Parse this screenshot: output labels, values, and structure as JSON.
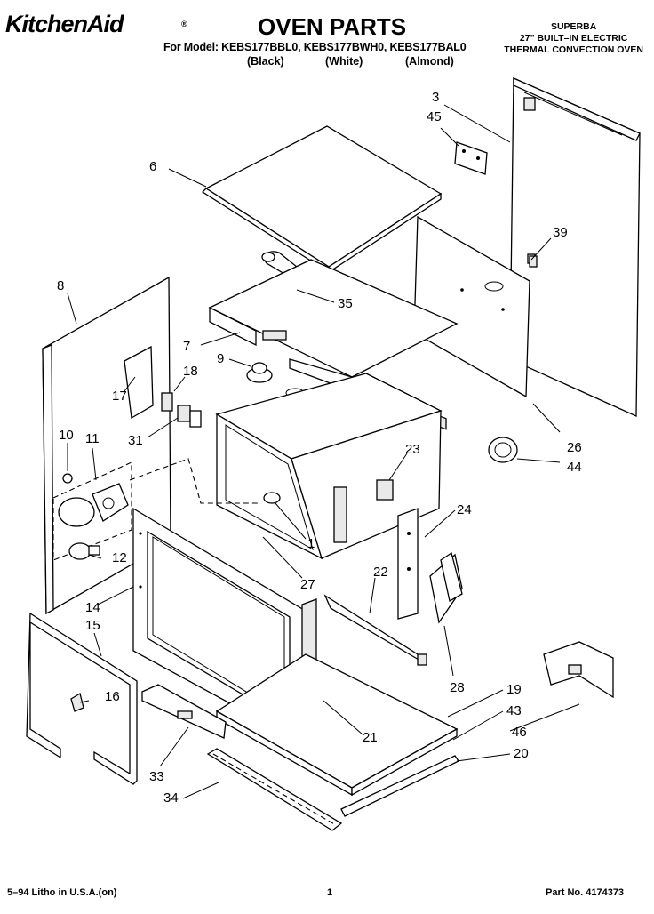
{
  "header": {
    "brand": "KitchenAid",
    "brand_mark": "®",
    "title": "OVEN PARTS",
    "model_line": "For Model: KEBS177BBL0, KEBS177BWH0, KEBS177BAL0",
    "variants": [
      "(Black)",
      "(White)",
      "(Almond)"
    ],
    "product_lines": [
      "SUPERBA",
      "27\" BUILT–IN ELECTRIC",
      "THERMAL CONVECTION OVEN"
    ]
  },
  "callouts": [
    "3",
    "45",
    "6",
    "39",
    "8",
    "35",
    "7",
    "9",
    "18",
    "17",
    "31",
    "10",
    "11",
    "23",
    "24",
    "26",
    "44",
    "1",
    "12",
    "27",
    "22",
    "14",
    "15",
    "16",
    "28",
    "19",
    "43",
    "46",
    "21",
    "20",
    "33",
    "34"
  ],
  "footer": {
    "left": "5–94 Litho in U.S.A.(on)",
    "center": "1",
    "right": "Part No. 4174373"
  },
  "icons": [
    "oven-parts-exploded-diagram"
  ]
}
